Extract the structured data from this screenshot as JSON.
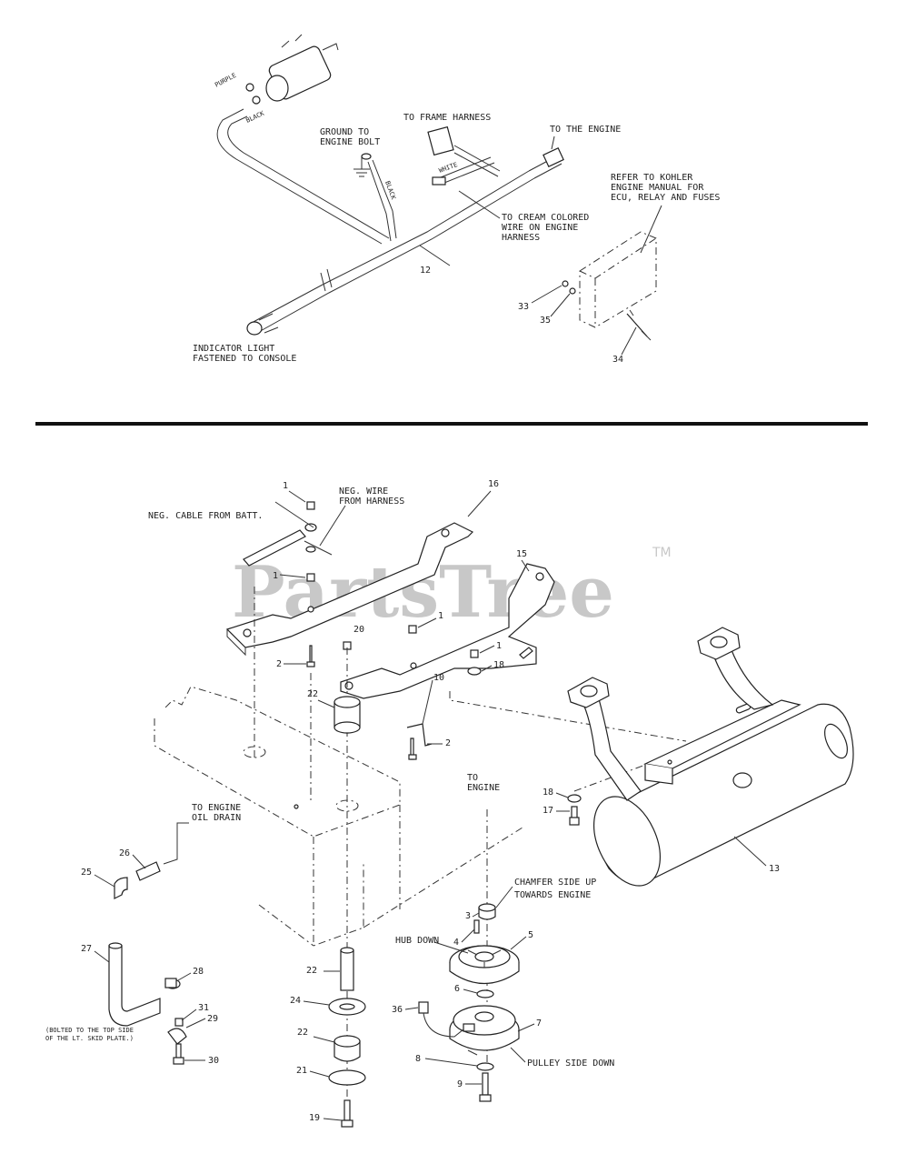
{
  "watermark": {
    "brand": "PartsTree",
    "tm": "TM"
  },
  "top_section": {
    "wire_purple": "PURPLE",
    "wire_black_1": "BLACK",
    "wire_black_2": "BLACK",
    "wire_white": "WHITE",
    "ground_line1": "GROUND TO",
    "ground_line2": "ENGINE BOLT",
    "to_frame_harness": "TO FRAME HARNESS",
    "to_the_engine": "TO THE ENGINE",
    "cream_line1": "TO CREAM COLORED",
    "cream_line2": "WIRE ON ENGINE",
    "cream_line3": "HARNESS",
    "kohler_line1": "REFER TO KOHLER",
    "kohler_line2": "ENGINE MANUAL FOR",
    "kohler_line3": "ECU, RELAY AND FUSES",
    "indicator_line1": "INDICATOR LIGHT",
    "indicator_line2": "FASTENED TO CONSOLE",
    "n12": "12",
    "n33": "33",
    "n35": "35",
    "n34": "34"
  },
  "bottom_section": {
    "neg_cable": "NEG. CABLE FROM BATT.",
    "neg_wire_line1": "NEG. WIRE",
    "neg_wire_line2": "FROM HARNESS",
    "to_engine_oil_line1": "TO ENGINE",
    "to_engine_oil_line2": "OIL DRAIN",
    "to_engine_line1": "TO",
    "to_engine_line2": "ENGINE",
    "chamfer_line1": "CHAMFER SIDE UP",
    "chamfer_line2": "TOWARDS ENGINE",
    "hub_down": "HUB DOWN",
    "pulley_side_down": "PULLEY SIDE DOWN",
    "bolted_line1": "(BOLTED TO THE TOP SIDE",
    "bolted_line2": "OF THE LT. SKID PLATE.)",
    "n1a": "1",
    "n1b": "1",
    "n1c": "1",
    "n1d": "1",
    "n2a": "2",
    "n2b": "2",
    "n3": "3",
    "n4": "4",
    "n5": "5",
    "n6": "6",
    "n7": "7",
    "n8": "8",
    "n9": "9",
    "n10": "10",
    "n13": "13",
    "n15": "15",
    "n16": "16",
    "n17": "17",
    "n18a": "18",
    "n18b": "18",
    "n19": "19",
    "n20": "20",
    "n21": "21",
    "n22a": "22",
    "n22b": "22",
    "n22c": "22",
    "n24": "24",
    "n25": "25",
    "n26": "26",
    "n27": "27",
    "n28": "28",
    "n29": "29",
    "n30": "30",
    "n31": "31",
    "n36": "36"
  }
}
